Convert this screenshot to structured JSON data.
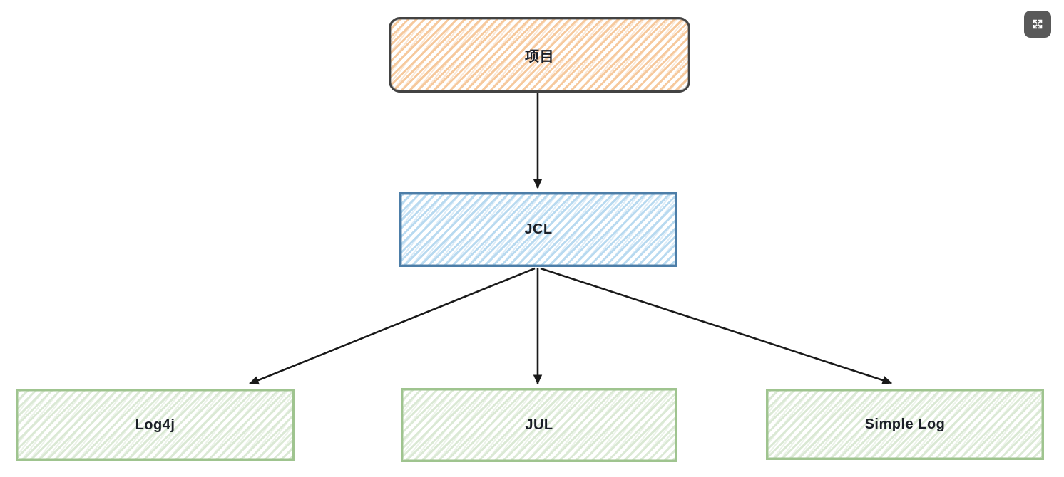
{
  "colors": {
    "arrow": "#1a1a1a",
    "label_text": "#1b1f27",
    "project_border": "#434343",
    "project_hatch": "#f6c99d",
    "jcl_border": "#4d7ea8",
    "jcl_hatch": "#b9daf0",
    "leaf_border": "#9fc48f",
    "leaf_hatch": "#dbe9d5",
    "fullscreen_bg": "#595959",
    "fullscreen_icon": "#ffffff"
  },
  "diagram": {
    "style": "hand-drawn-sketch",
    "nodes": [
      {
        "id": "project",
        "label": "项目",
        "shape": "rounded-rect",
        "theme": "orange"
      },
      {
        "id": "jcl",
        "label": "JCL",
        "shape": "rect",
        "theme": "blue"
      },
      {
        "id": "log4j",
        "label": "Log4j",
        "shape": "rect",
        "theme": "green"
      },
      {
        "id": "jul",
        "label": "JUL",
        "shape": "rect",
        "theme": "green"
      },
      {
        "id": "simple-log",
        "label": "Simple Log",
        "shape": "rect",
        "theme": "green"
      }
    ],
    "edges": [
      {
        "from": "project",
        "to": "jcl"
      },
      {
        "from": "jcl",
        "to": "log4j"
      },
      {
        "from": "jcl",
        "to": "jul"
      },
      {
        "from": "jcl",
        "to": "simple-log"
      }
    ]
  },
  "controls": {
    "fullscreen_button": {
      "icon": "expand-arrows-icon"
    }
  }
}
